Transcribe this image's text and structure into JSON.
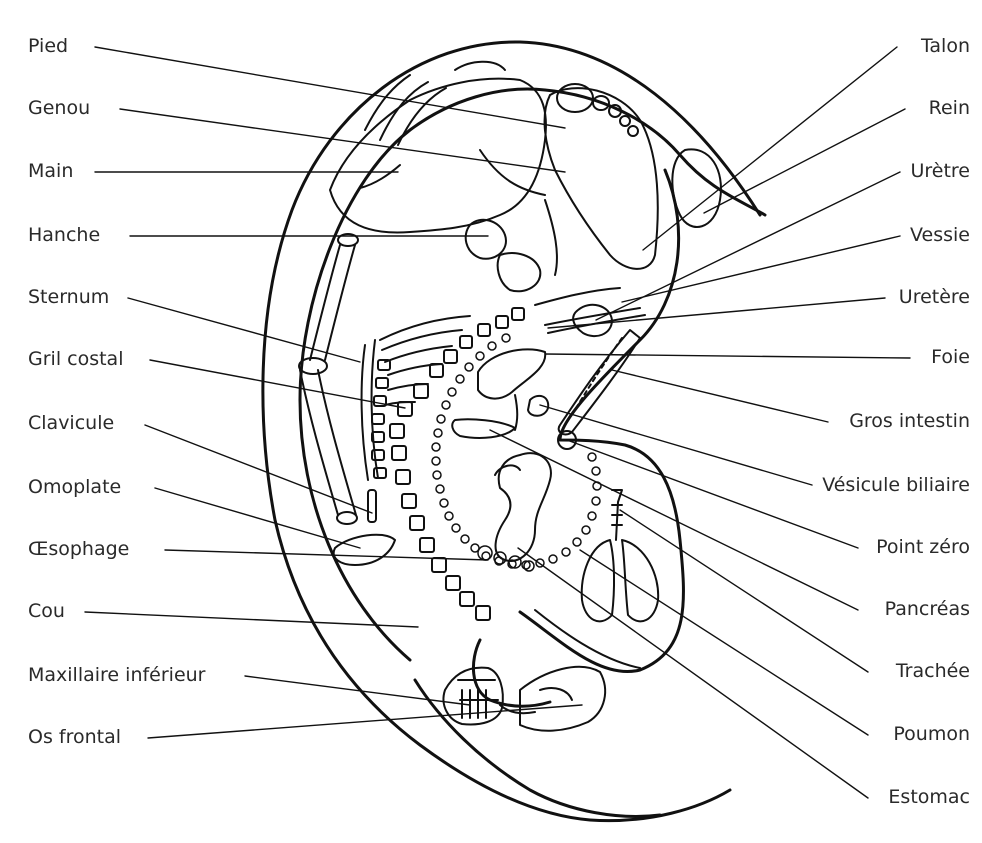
{
  "labels_left": [
    {
      "id": "pied",
      "text": "Pied"
    },
    {
      "id": "genou",
      "text": "Genou"
    },
    {
      "id": "main",
      "text": "Main"
    },
    {
      "id": "hanche",
      "text": "Hanche"
    },
    {
      "id": "sternum",
      "text": "Sternum"
    },
    {
      "id": "gril",
      "text": "Gril costal"
    },
    {
      "id": "clavicule",
      "text": "Clavicule"
    },
    {
      "id": "omoplate",
      "text": "Omoplate"
    },
    {
      "id": "oesophage",
      "text": "Œsophage"
    },
    {
      "id": "cou",
      "text": "Cou"
    },
    {
      "id": "maxillaire",
      "text": "Maxillaire inférieur"
    },
    {
      "id": "frontal",
      "text": "Os frontal"
    }
  ],
  "labels_right": [
    {
      "id": "talon",
      "text": "Talon"
    },
    {
      "id": "rein",
      "text": "Rein"
    },
    {
      "id": "uretre",
      "text": "Urètre"
    },
    {
      "id": "vessie",
      "text": "Vessie"
    },
    {
      "id": "uretere",
      "text": "Uretère"
    },
    {
      "id": "foie",
      "text": "Foie"
    },
    {
      "id": "gros",
      "text": "Gros intestin"
    },
    {
      "id": "vesicule",
      "text": "Vésicule biliaire"
    },
    {
      "id": "point",
      "text": "Point zéro"
    },
    {
      "id": "pancreas",
      "text": "Pancréas"
    },
    {
      "id": "trachee",
      "text": "Trachée"
    },
    {
      "id": "poumon",
      "text": "Poumon"
    },
    {
      "id": "estomac",
      "text": "Estomac"
    }
  ]
}
